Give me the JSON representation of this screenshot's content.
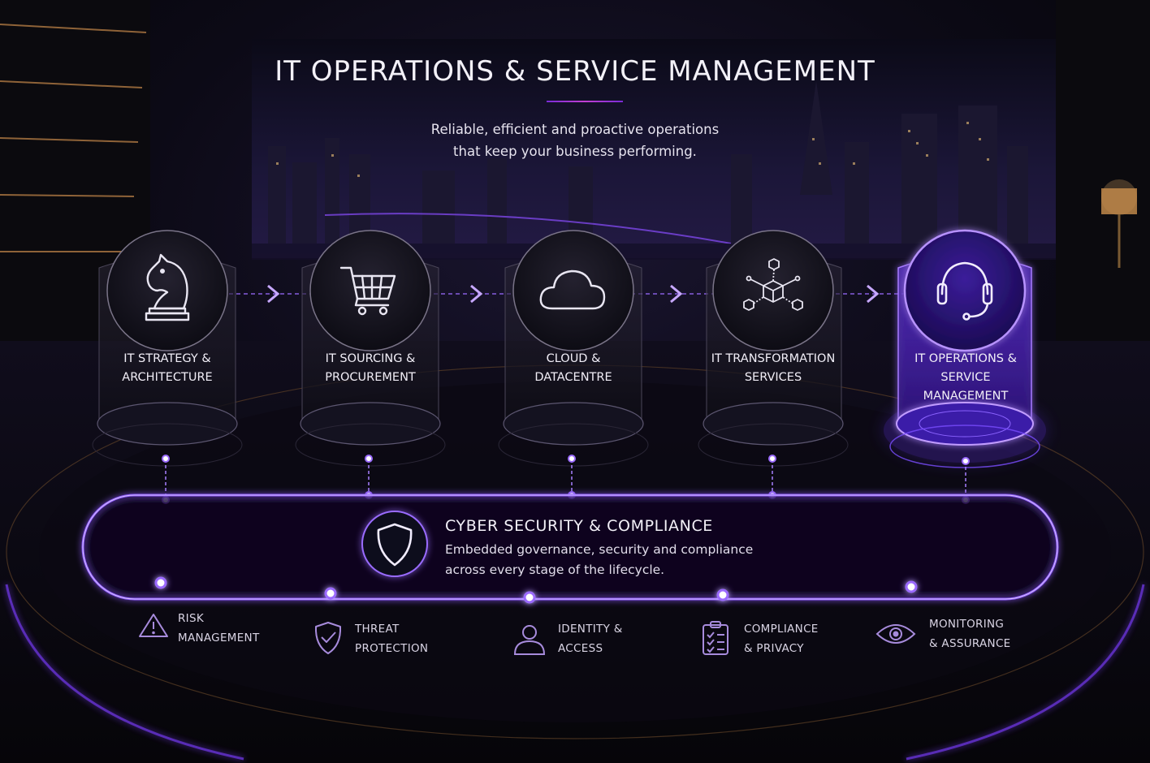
{
  "header": {
    "title": "IT OPERATIONS & SERVICE MANAGEMENT",
    "subtitle_lines": [
      "Reliable, efficient and proactive operations",
      "that keep your business performing."
    ]
  },
  "stages": [
    {
      "icon": "chess-knight-icon",
      "lines": [
        "IT STRATEGY &",
        "ARCHITECTURE"
      ],
      "active": false
    },
    {
      "icon": "shopping-cart-icon",
      "lines": [
        "IT SOURCING &",
        "PROCUREMENT"
      ],
      "active": false
    },
    {
      "icon": "cloud-icon",
      "lines": [
        "CLOUD &",
        "DATACENTRE"
      ],
      "active": false
    },
    {
      "icon": "network-cubes-icon",
      "lines": [
        "IT TRANSFORMATION",
        "SERVICES"
      ],
      "active": false
    },
    {
      "icon": "headset-icon",
      "lines": [
        "IT OPERATIONS &",
        "SERVICE",
        "MANAGEMENT"
      ],
      "active": true
    }
  ],
  "cyber": {
    "icon": "shield-icon",
    "title": "CYBER SECURITY & COMPLIANCE",
    "description_lines": [
      "Embedded governance, security and compliance",
      "across every stage of the lifecycle."
    ]
  },
  "pillars": [
    {
      "icon": "warning-triangle-icon",
      "lines": [
        "RISK",
        "MANAGEMENT"
      ]
    },
    {
      "icon": "shield-check-icon",
      "lines": [
        "THREAT",
        "PROTECTION"
      ]
    },
    {
      "icon": "user-icon",
      "lines": [
        "IDENTITY &",
        "ACCESS"
      ]
    },
    {
      "icon": "clipboard-checklist-icon",
      "lines": [
        "COMPLIANCE",
        "& PRIVACY"
      ]
    },
    {
      "icon": "eye-icon",
      "lines": [
        "MONITORING",
        "& ASSURANCE"
      ]
    }
  ],
  "colors": {
    "accent": "#8a4dff",
    "accent_glow": "#a06bff",
    "title_rule": "#c13fd3",
    "background": "#07060d"
  }
}
